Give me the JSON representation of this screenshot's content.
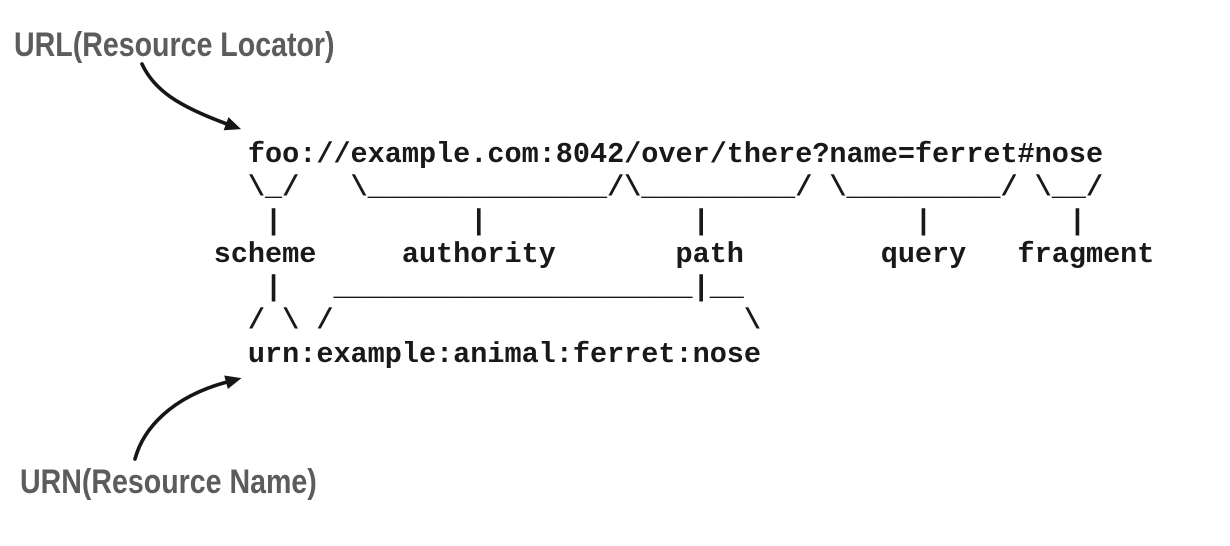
{
  "labels": {
    "url": "URL(Resource Locator)",
    "urn": "URN(Resource Name)"
  },
  "diagram": {
    "uri_example": "foo://example.com:8042/over/there?name=ferret#nose",
    "urn_example": "urn:example:animal:ferret:nose",
    "components": [
      "scheme",
      "authority",
      "path",
      "query",
      "fragment"
    ],
    "ascii_rows": [
      "         foo://example.com:8042/over/there?name=ferret#nose",
      "         \\_/   \\______________/\\_________/ \\_________/ \\__/",
      "          |           |            |            |        |",
      "       scheme     authority       path        query   fragment",
      "          |   _____________________|__",
      "         / \\ /                        \\",
      "         urn:example:animal:ferret:nose"
    ],
    "colors": {
      "ink": "#191919",
      "label_gray": "#5c5c5c",
      "background": "#ffffff"
    }
  }
}
